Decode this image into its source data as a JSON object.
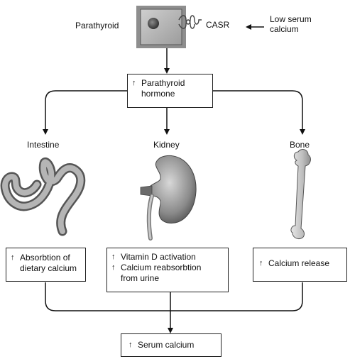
{
  "top": {
    "gland_label": "Parathyroid",
    "receptor_label": "CASR",
    "stimulus_label": "Low serum\ncalcium"
  },
  "hormone_box": {
    "line1": "Parathyroid",
    "line2": "hormone"
  },
  "organs": {
    "intestine": "Intestine",
    "kidney": "Kidney",
    "bone": "Bone"
  },
  "effects": {
    "intestine_line1": "Absorbtion of",
    "intestine_line2": "dietary calcium",
    "kidney_line1": "Vitamin D activation",
    "kidney_line2": "Calcium reabsorbtion",
    "kidney_line3": "from urine",
    "bone_line1": "Calcium release"
  },
  "result_box": {
    "label": "Serum calcium"
  },
  "symbols": {
    "up_arrow": "↑"
  }
}
